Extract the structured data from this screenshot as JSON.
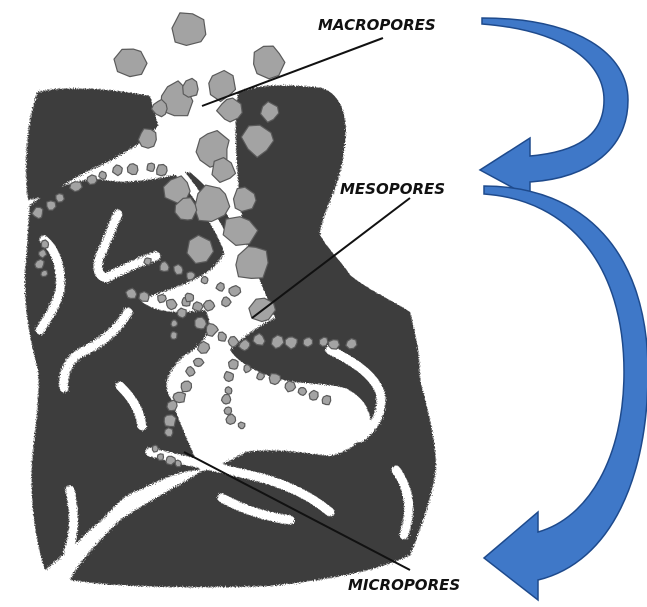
{
  "labels": {
    "macropores": "MACROPORES",
    "mesopores": "MESOPORES",
    "micropores": "MICROPORES"
  },
  "colors": {
    "background": "#ffffff",
    "matrix": "#3d3d3d",
    "particle": "#a3a3a3",
    "particle_edge": "#5a5a5a",
    "pore": "#ffffff",
    "arrow_fill": "#3f78c8",
    "arrow_edge": "#1e4a8c",
    "leader": "#111111"
  },
  "icons": [
    "curved-arrow-icon",
    "curved-arrow-icon"
  ]
}
